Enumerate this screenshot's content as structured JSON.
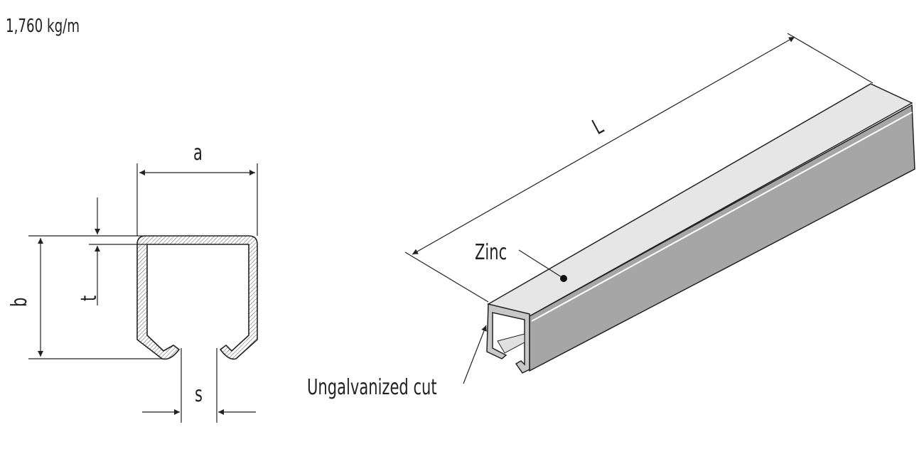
{
  "weight": "1,760 kg/m",
  "section": {
    "a": "a",
    "b": "b",
    "t": "t",
    "s": "s"
  },
  "iso": {
    "length": "L",
    "zinc": "Zinc",
    "cut": "Ungalvanized cut"
  },
  "colors": {
    "top_face": "#e6e6e6",
    "side_face": "#a6a6a6",
    "inner": "#c8c8c8",
    "line": "#222222"
  }
}
